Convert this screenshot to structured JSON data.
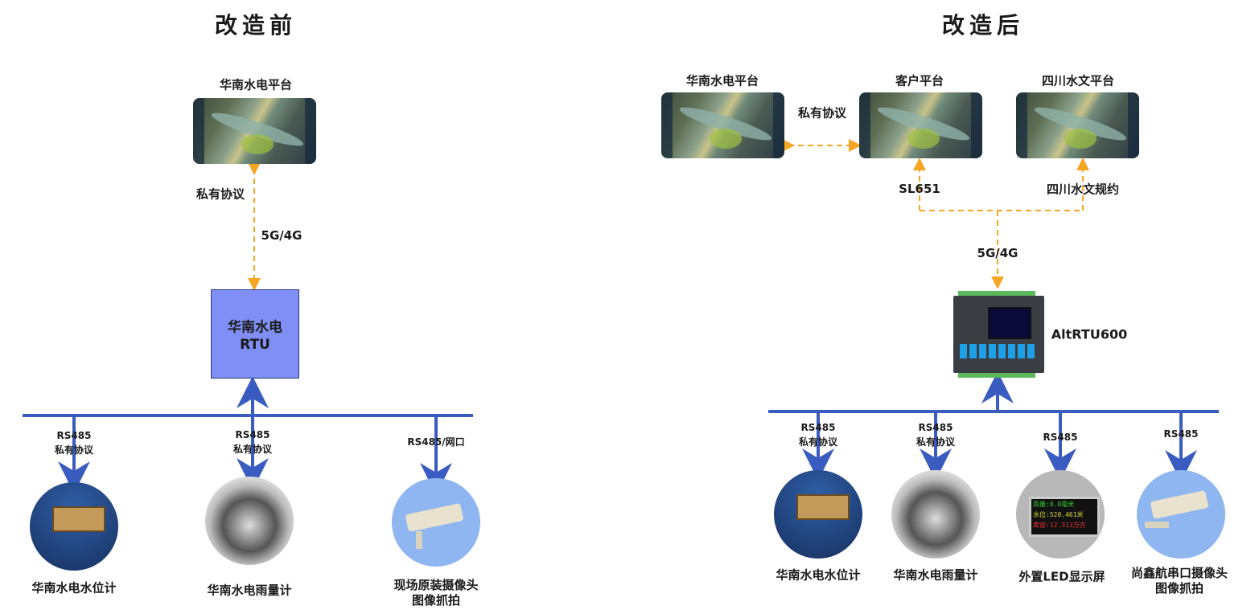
{
  "before": {
    "title": "改造前",
    "platform": "华南水电平台",
    "protocol": "私有协议",
    "network": "5G/4G",
    "rtu_line1": "华南水电",
    "rtu_line2": "RTU",
    "drops": [
      {
        "line1": "RS485",
        "line2": "私有协议",
        "device": "华南水电水位计",
        "device2": ""
      },
      {
        "line1": "RS485",
        "line2": "私有协议",
        "device": "华南水电雨量计",
        "device2": ""
      },
      {
        "line1": "RS485/网口",
        "line2": "",
        "device": "现场原装摄像头",
        "device2": "图像抓拍"
      }
    ]
  },
  "after": {
    "title": "改造后",
    "platforms": [
      "华南水电平台",
      "客户平台",
      "四川水文平台"
    ],
    "peer_protocol": "私有协议",
    "sl651": "SL651",
    "sichuan_protocol": "四川水文规约",
    "network": "5G/4G",
    "device": "AltRTU600",
    "drops": [
      {
        "line1": "RS485",
        "line2": "私有协议",
        "device": "华南水电水位计",
        "device2": ""
      },
      {
        "line1": "RS485",
        "line2": "私有协议",
        "device": "华南水电雨量计",
        "device2": ""
      },
      {
        "line1": "RS485",
        "line2": "",
        "device": "外置LED显示屏",
        "device2": ""
      },
      {
        "line1": "RS485",
        "line2": "",
        "device": "尚鑫航串口摄像头",
        "device2": "图像抓拍"
      }
    ],
    "led_text": [
      "雨量:0.0毫米",
      "水位:520.461米",
      "库容:12.313万方"
    ]
  },
  "colors": {
    "bus": "#3a5bbf",
    "dashed": "#f5a623",
    "rtu": "#7f8ff5"
  }
}
